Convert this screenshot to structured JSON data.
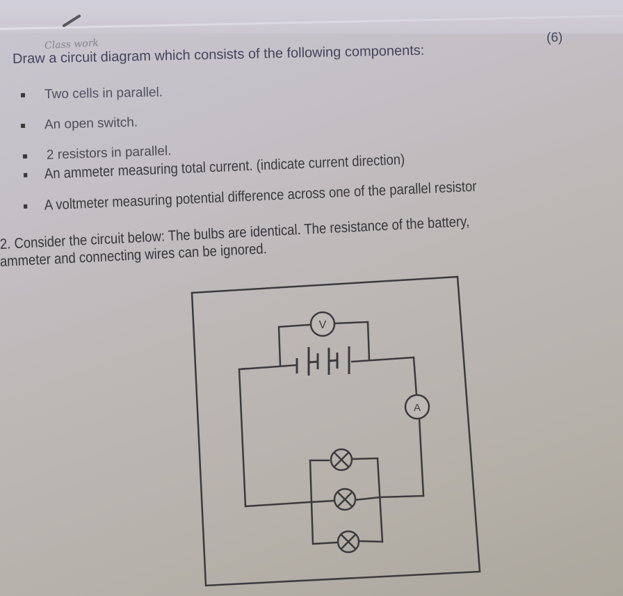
{
  "worksheet": {
    "handwritten_note": "Class work",
    "question1": {
      "prompt": "Draw a circuit diagram which consists of the following components:",
      "marks": "(6)",
      "components": [
        "Two cells in parallel.",
        "An open switch.",
        "2 resistors in parallel.",
        "An ammeter measuring total current. (indicate current direction)",
        "A voltmeter measuring potential difference across one of the parallel resistor"
      ]
    },
    "question2": {
      "line1": "2. Consider the circuit below: The bulbs are identical. The resistance of the battery,",
      "line2": "ammeter and connecting wires can be ignored."
    },
    "circuit": {
      "voltmeter_label": "V",
      "ammeter_label": "A",
      "battery_cells": 3,
      "bulb_count": 3,
      "bulb_symbol": "crossed-circle"
    }
  },
  "colors": {
    "ink": "#3a3a3e",
    "blue_ink": "#43435c",
    "paper": "#bdb8b6"
  }
}
